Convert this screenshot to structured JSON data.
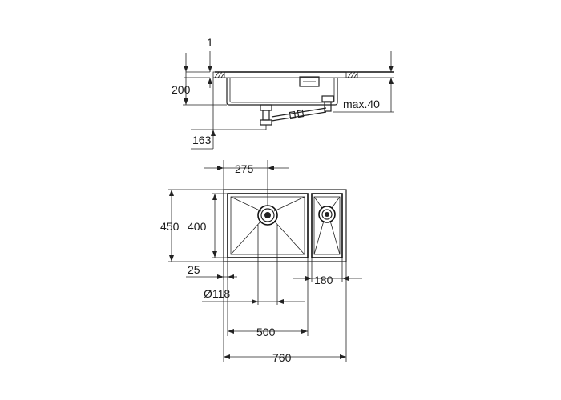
{
  "side_view": {
    "dims": {
      "top_thickness": "1",
      "height": "200",
      "drain_height": "163",
      "waste_max": "max.40"
    }
  },
  "top_view": {
    "dims": {
      "drain_offset": "275",
      "outer_depth": "450",
      "inner_depth": "400",
      "corner_offset": "25",
      "drain_diameter": "Ø118",
      "small_bowl_width": "180",
      "main_bowl_width": "500",
      "total_width": "760"
    }
  },
  "colors": {
    "line": "#222222",
    "background": "#ffffff"
  }
}
